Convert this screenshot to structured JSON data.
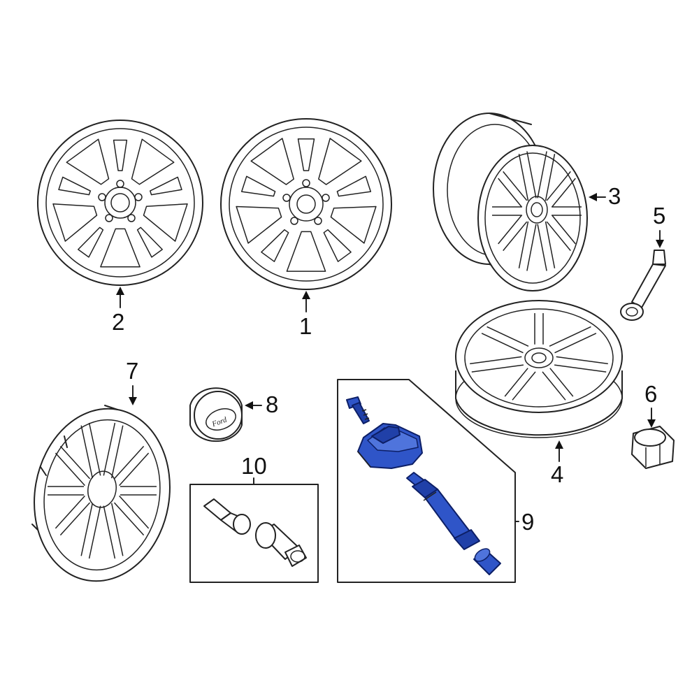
{
  "diagram": {
    "highlight_color": "#2f55c8",
    "line_color": "#222222",
    "callouts": [
      {
        "id": "1",
        "label": "1",
        "part": "wheel-front-view"
      },
      {
        "id": "2",
        "label": "2",
        "part": "wheel-front-view-alt"
      },
      {
        "id": "3",
        "label": "3",
        "part": "wheel-angled-view"
      },
      {
        "id": "4",
        "label": "4",
        "part": "spare-wheel"
      },
      {
        "id": "5",
        "label": "5",
        "part": "valve-stem"
      },
      {
        "id": "6",
        "label": "6",
        "part": "lug-nut"
      },
      {
        "id": "7",
        "label": "7",
        "part": "wheel-cover"
      },
      {
        "id": "8",
        "label": "8",
        "part": "center-cap"
      },
      {
        "id": "9",
        "label": "9",
        "part": "tpms-sensor-kit"
      },
      {
        "id": "10",
        "label": "10",
        "part": "wheel-lock-kit"
      }
    ],
    "logo_text": "Ford"
  }
}
